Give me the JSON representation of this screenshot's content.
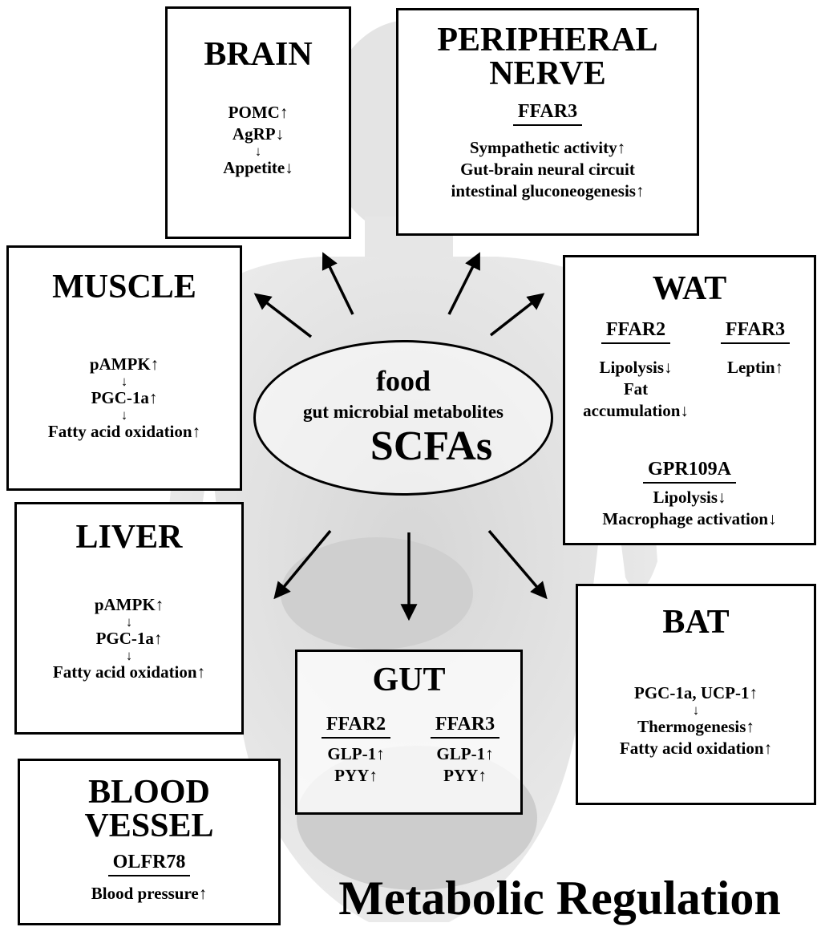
{
  "center": {
    "food": "food",
    "metabolites": "gut microbial metabolites",
    "scfas": "SCFAs"
  },
  "title": "Metabolic Regulation",
  "arrow_glyph": "↓",
  "brain": {
    "title": "BRAIN",
    "lines": [
      "POMC↑",
      "AgRP↓",
      "Appetite↓"
    ]
  },
  "peripheral_nerve": {
    "title_line1": "PERIPHERAL",
    "title_line2": "NERVE",
    "receptor": "FFAR3",
    "lines": [
      "Sympathetic activity↑",
      "Gut-brain neural circuit",
      "intestinal gluconeogenesis↑"
    ]
  },
  "muscle": {
    "title": "MUSCLE",
    "lines": [
      "pAMPK↑",
      "PGC-1a↑",
      "Fatty acid oxidation↑"
    ]
  },
  "wat": {
    "title": "WAT",
    "ffar2": {
      "receptor": "FFAR2",
      "lines": [
        "Lipolysis↓",
        "Fat",
        "accumulation↓"
      ]
    },
    "ffar3": {
      "receptor": "FFAR3",
      "lines": [
        "Leptin↑"
      ]
    },
    "gpr109a": {
      "receptor": "GPR109A",
      "lines": [
        "Lipolysis↓",
        "Macrophage activation↓"
      ]
    }
  },
  "liver": {
    "title": "LIVER",
    "lines": [
      "pAMPK↑",
      "PGC-1a↑",
      "Fatty acid oxidation↑"
    ]
  },
  "gut": {
    "title": "GUT",
    "ffar2": {
      "receptor": "FFAR2",
      "lines": [
        "GLP-1↑",
        "PYY↑"
      ]
    },
    "ffar3": {
      "receptor": "FFAR3",
      "lines": [
        "GLP-1↑",
        "PYY↑"
      ]
    }
  },
  "bat": {
    "title": "BAT",
    "lines": [
      "PGC-1a, UCP-1↑",
      "Thermogenesis↑",
      "Fatty acid oxidation↑"
    ]
  },
  "blood_vessel": {
    "title_line1": "BLOOD",
    "title_line2": "VESSEL",
    "receptor": "OLFR78",
    "lines": [
      "Blood pressure↑"
    ]
  }
}
